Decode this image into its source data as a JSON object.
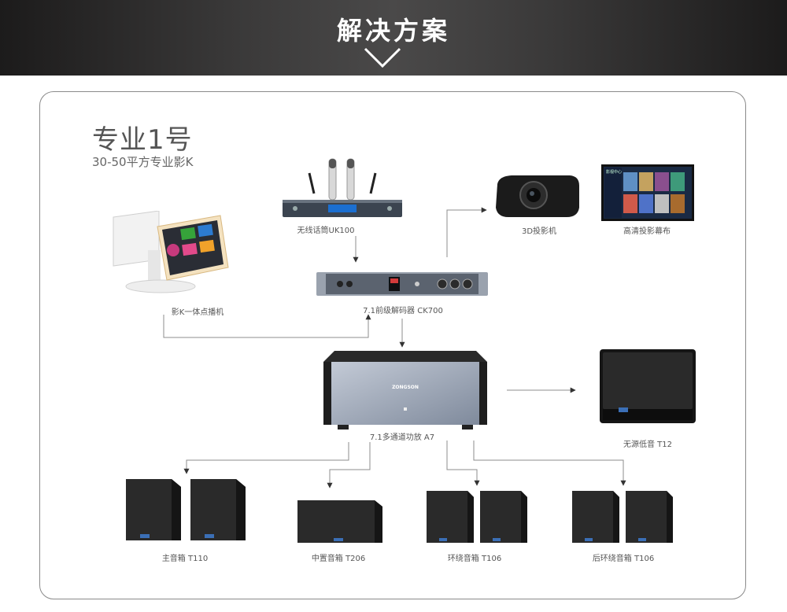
{
  "banner": {
    "title": "解决方案"
  },
  "solution": {
    "title": "专业1号",
    "subtitle": "30-50平方专业影K"
  },
  "devices": {
    "mic": "无线话筒UK100",
    "player": "影K一体点播机",
    "decoder": "7.1前级解码器 CK700",
    "projector": "3D投影机",
    "screen": "高清投影幕布",
    "amplifier": "7.1多通道功放 A7",
    "subwoofer": "无源低音 T12",
    "main_speaker": "主音箱 T110",
    "center_speaker": "中置音箱 T206",
    "surround_speaker": "环绕音箱 T106",
    "rear_speaker": "后环绕音箱 T106"
  },
  "amp_brand": "ZONGSON",
  "screen_menu_label": "影视中心",
  "colors": {
    "banner": "#3a3939",
    "line": "#8c8c8c",
    "speaker": "#2a2a2a",
    "badge": "#3b6fb6"
  }
}
